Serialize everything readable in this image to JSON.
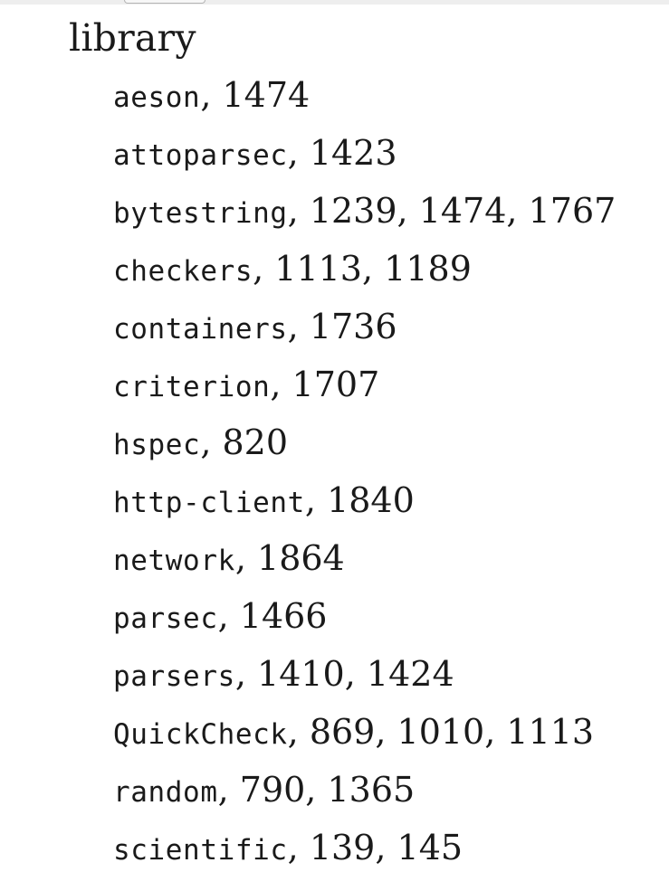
{
  "index": {
    "heading": "library",
    "entries": [
      {
        "term": "aeson",
        "pages": [
          "1474"
        ]
      },
      {
        "term": "attoparsec",
        "pages": [
          "1423"
        ]
      },
      {
        "term": "bytestring",
        "pages": [
          "1239",
          "1474",
          "1767"
        ]
      },
      {
        "term": "checkers",
        "pages": [
          "1113",
          "1189"
        ]
      },
      {
        "term": "containers",
        "pages": [
          "1736"
        ]
      },
      {
        "term": "criterion",
        "pages": [
          "1707"
        ]
      },
      {
        "term": "hspec",
        "pages": [
          "820"
        ]
      },
      {
        "term": "http-client",
        "pages": [
          "1840"
        ]
      },
      {
        "term": "network",
        "pages": [
          "1864"
        ]
      },
      {
        "term": "parsec",
        "pages": [
          "1466"
        ]
      },
      {
        "term": "parsers",
        "pages": [
          "1410",
          "1424"
        ]
      },
      {
        "term": "QuickCheck",
        "pages": [
          "869",
          "1010",
          "1113"
        ]
      },
      {
        "term": "random",
        "pages": [
          "790",
          "1365"
        ]
      },
      {
        "term": "scientific",
        "pages": [
          "139",
          "145"
        ]
      }
    ]
  }
}
